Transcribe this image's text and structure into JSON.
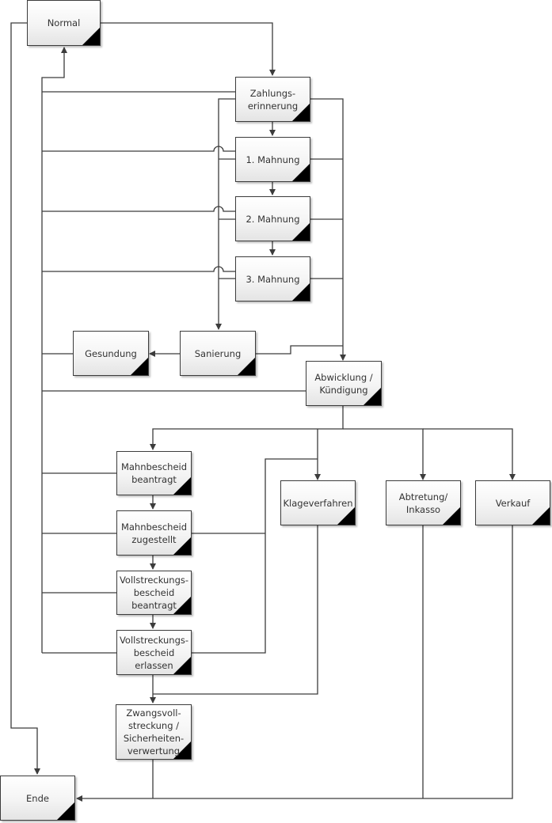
{
  "diagram": {
    "line_color": "#3c3c3c",
    "corner_color": "#000000",
    "nodes": {
      "normal": {
        "label": "Normal"
      },
      "zahlungserinnerung": {
        "label": "Zahlungs-\nerinnerung"
      },
      "mahnung1": {
        "label": "1. Mahnung"
      },
      "mahnung2": {
        "label": "2. Mahnung"
      },
      "mahnung3": {
        "label": "3. Mahnung"
      },
      "gesundung": {
        "label": "Gesundung"
      },
      "sanierung": {
        "label": "Sanierung"
      },
      "abwicklung": {
        "label": "Abwicklung /\nKündigung"
      },
      "mahnbescheid_beantragt": {
        "label": "Mahnbescheid\nbeantragt"
      },
      "mahnbescheid_zugestellt": {
        "label": "Mahnbescheid\nzugestellt"
      },
      "vollstreckungsbescheid_beantragt": {
        "label": "Vollstreckungs-\nbescheid\nbeantragt"
      },
      "vollstreckungsbescheid_erlassen": {
        "label": "Vollstreckungs-\nbescheid\nerlassen"
      },
      "klageverfahren": {
        "label": "Klageverfahren"
      },
      "abtretung": {
        "label": "Abtretung/\nInkasso"
      },
      "verkauf": {
        "label": "Verkauf"
      },
      "zwangsvollstreckung": {
        "label": "Zwangsvoll-\nstreckung /\nSicherheiten-\nverwertung"
      },
      "ende": {
        "label": "Ende"
      }
    },
    "edges": [
      {
        "from": "normal",
        "to": "zahlungserinnerung"
      },
      {
        "from": "normal",
        "to": "ende"
      },
      {
        "from": "zahlungserinnerung",
        "to": "normal"
      },
      {
        "from": "zahlungserinnerung",
        "to": "mahnung1"
      },
      {
        "from": "zahlungserinnerung",
        "to": "sanierung"
      },
      {
        "from": "zahlungserinnerung",
        "to": "abwicklung"
      },
      {
        "from": "mahnung1",
        "to": "normal"
      },
      {
        "from": "mahnung1",
        "to": "mahnung2"
      },
      {
        "from": "mahnung1",
        "to": "sanierung"
      },
      {
        "from": "mahnung1",
        "to": "abwicklung"
      },
      {
        "from": "mahnung2",
        "to": "normal"
      },
      {
        "from": "mahnung2",
        "to": "mahnung3"
      },
      {
        "from": "mahnung2",
        "to": "sanierung"
      },
      {
        "from": "mahnung2",
        "to": "abwicklung"
      },
      {
        "from": "mahnung3",
        "to": "normal"
      },
      {
        "from": "mahnung3",
        "to": "sanierung"
      },
      {
        "from": "mahnung3",
        "to": "abwicklung"
      },
      {
        "from": "sanierung",
        "to": "gesundung"
      },
      {
        "from": "sanierung",
        "to": "abwicklung"
      },
      {
        "from": "gesundung",
        "to": "normal"
      },
      {
        "from": "abwicklung",
        "to": "normal"
      },
      {
        "from": "abwicklung",
        "to": "mahnbescheid_beantragt"
      },
      {
        "from": "abwicklung",
        "to": "klageverfahren"
      },
      {
        "from": "abwicklung",
        "to": "abtretung"
      },
      {
        "from": "abwicklung",
        "to": "verkauf"
      },
      {
        "from": "mahnbescheid_beantragt",
        "to": "normal"
      },
      {
        "from": "mahnbescheid_beantragt",
        "to": "mahnbescheid_zugestellt"
      },
      {
        "from": "mahnbescheid_zugestellt",
        "to": "normal"
      },
      {
        "from": "mahnbescheid_zugestellt",
        "to": "vollstreckungsbescheid_beantragt"
      },
      {
        "from": "mahnbescheid_zugestellt",
        "to": "klageverfahren"
      },
      {
        "from": "vollstreckungsbescheid_beantragt",
        "to": "normal"
      },
      {
        "from": "vollstreckungsbescheid_beantragt",
        "to": "vollstreckungsbescheid_erlassen"
      },
      {
        "from": "vollstreckungsbescheid_erlassen",
        "to": "normal"
      },
      {
        "from": "vollstreckungsbescheid_erlassen",
        "to": "klageverfahren"
      },
      {
        "from": "vollstreckungsbescheid_erlassen",
        "to": "zwangsvollstreckung"
      },
      {
        "from": "klageverfahren",
        "to": "zwangsvollstreckung"
      },
      {
        "from": "zwangsvollstreckung",
        "to": "ende"
      },
      {
        "from": "abtretung",
        "to": "ende"
      },
      {
        "from": "verkauf",
        "to": "ende"
      }
    ]
  }
}
